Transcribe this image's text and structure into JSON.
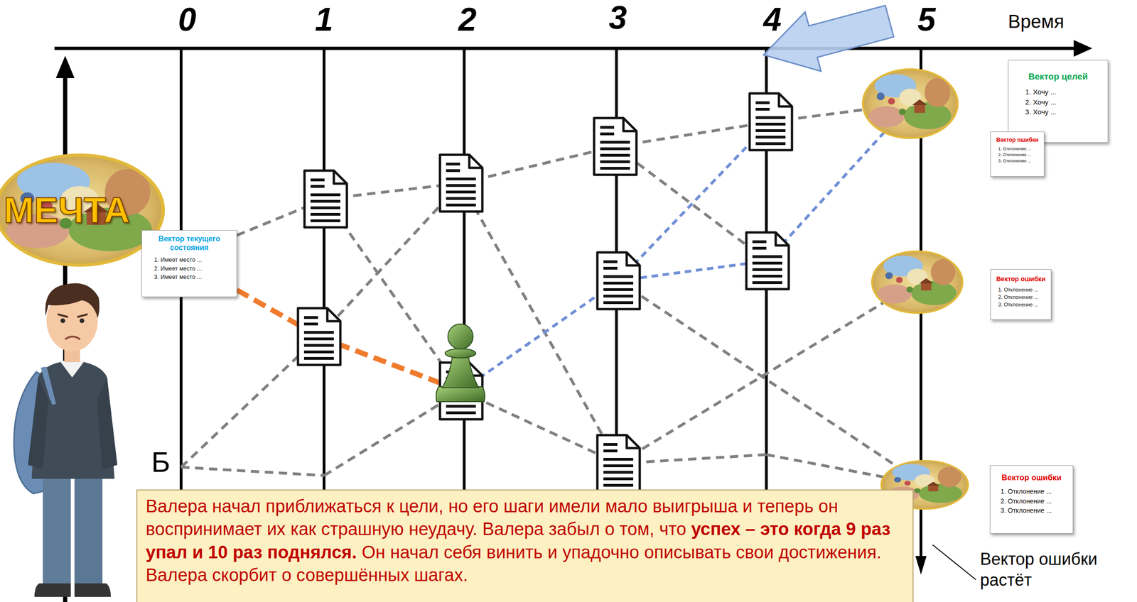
{
  "diagram": {
    "nodes": [
      {
        "text": [
          "МЕЧТА"
        ]
      },
      {
        "text": [
          "Вектор текущего состояния",
          "1. Имеет место ...",
          "2. Имеет место ...",
          "3. Имеет место ..."
        ]
      },
      {
        "text": [
          "Вектор целей",
          "1. Хочу ...",
          "2. Хочу ...",
          "3. Хочу ..."
        ]
      },
      {
        "text": [
          "Вектор ошибки",
          "1. Отклонение ...",
          "2. Отклонение ...",
          "3. Отклонение ..."
        ]
      },
      {
        "text": [
          "Вектор ошибки",
          "1. Отклонение ...",
          "2. Отклонение ...",
          "3. Отклонение ..."
        ]
      },
      {
        "text": [
          "Вектор ошибки",
          "1. Отклонение ...",
          "2. Отклонение ...",
          "3. Отклонение ..."
        ]
      },
      {
        "text": [
          "Валера начал приближаться к цели, но его шаги имели мало выигрыша и теперь он воспринимает их как страшную неудачу. Валера забыл о том, что",
          "успех – это когда 9 раз упал и 10 раз поднялся.",
          "Он начал себя винить и упадочно описывать свои достижения. Валера скорбит о совершённых шагах."
        ]
      }
    ],
    "labels": [
      "0",
      "1",
      "2",
      "3",
      "4",
      "5",
      "Время",
      "Б",
      "Вектор ошибки растёт"
    ]
  }
}
